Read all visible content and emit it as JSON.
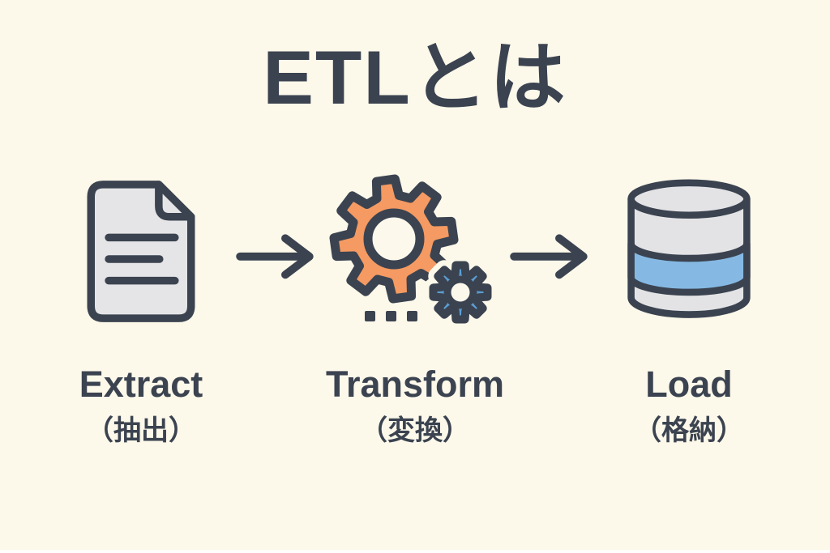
{
  "title": "ETLとは",
  "steps": [
    {
      "id": "extract",
      "label_en": "Extract",
      "label_ja": "（抽出）",
      "icon": "document-icon"
    },
    {
      "id": "transform",
      "label_en": "Transform",
      "label_ja": "（変換）",
      "icon": "gears-icon"
    },
    {
      "id": "load",
      "label_en": "Load",
      "label_ja": "（格納）",
      "icon": "database-icon"
    }
  ],
  "colors": {
    "background": "#fcf8ea",
    "ink": "#3b4350",
    "document_fill": "#e5e5e7",
    "gear_large": "#f49a62",
    "gear_small": "#5b9fd4",
    "hole_fill": "#fcf8ec",
    "db_fill": "#e3e3e5",
    "db_band": "#85b9e3"
  }
}
